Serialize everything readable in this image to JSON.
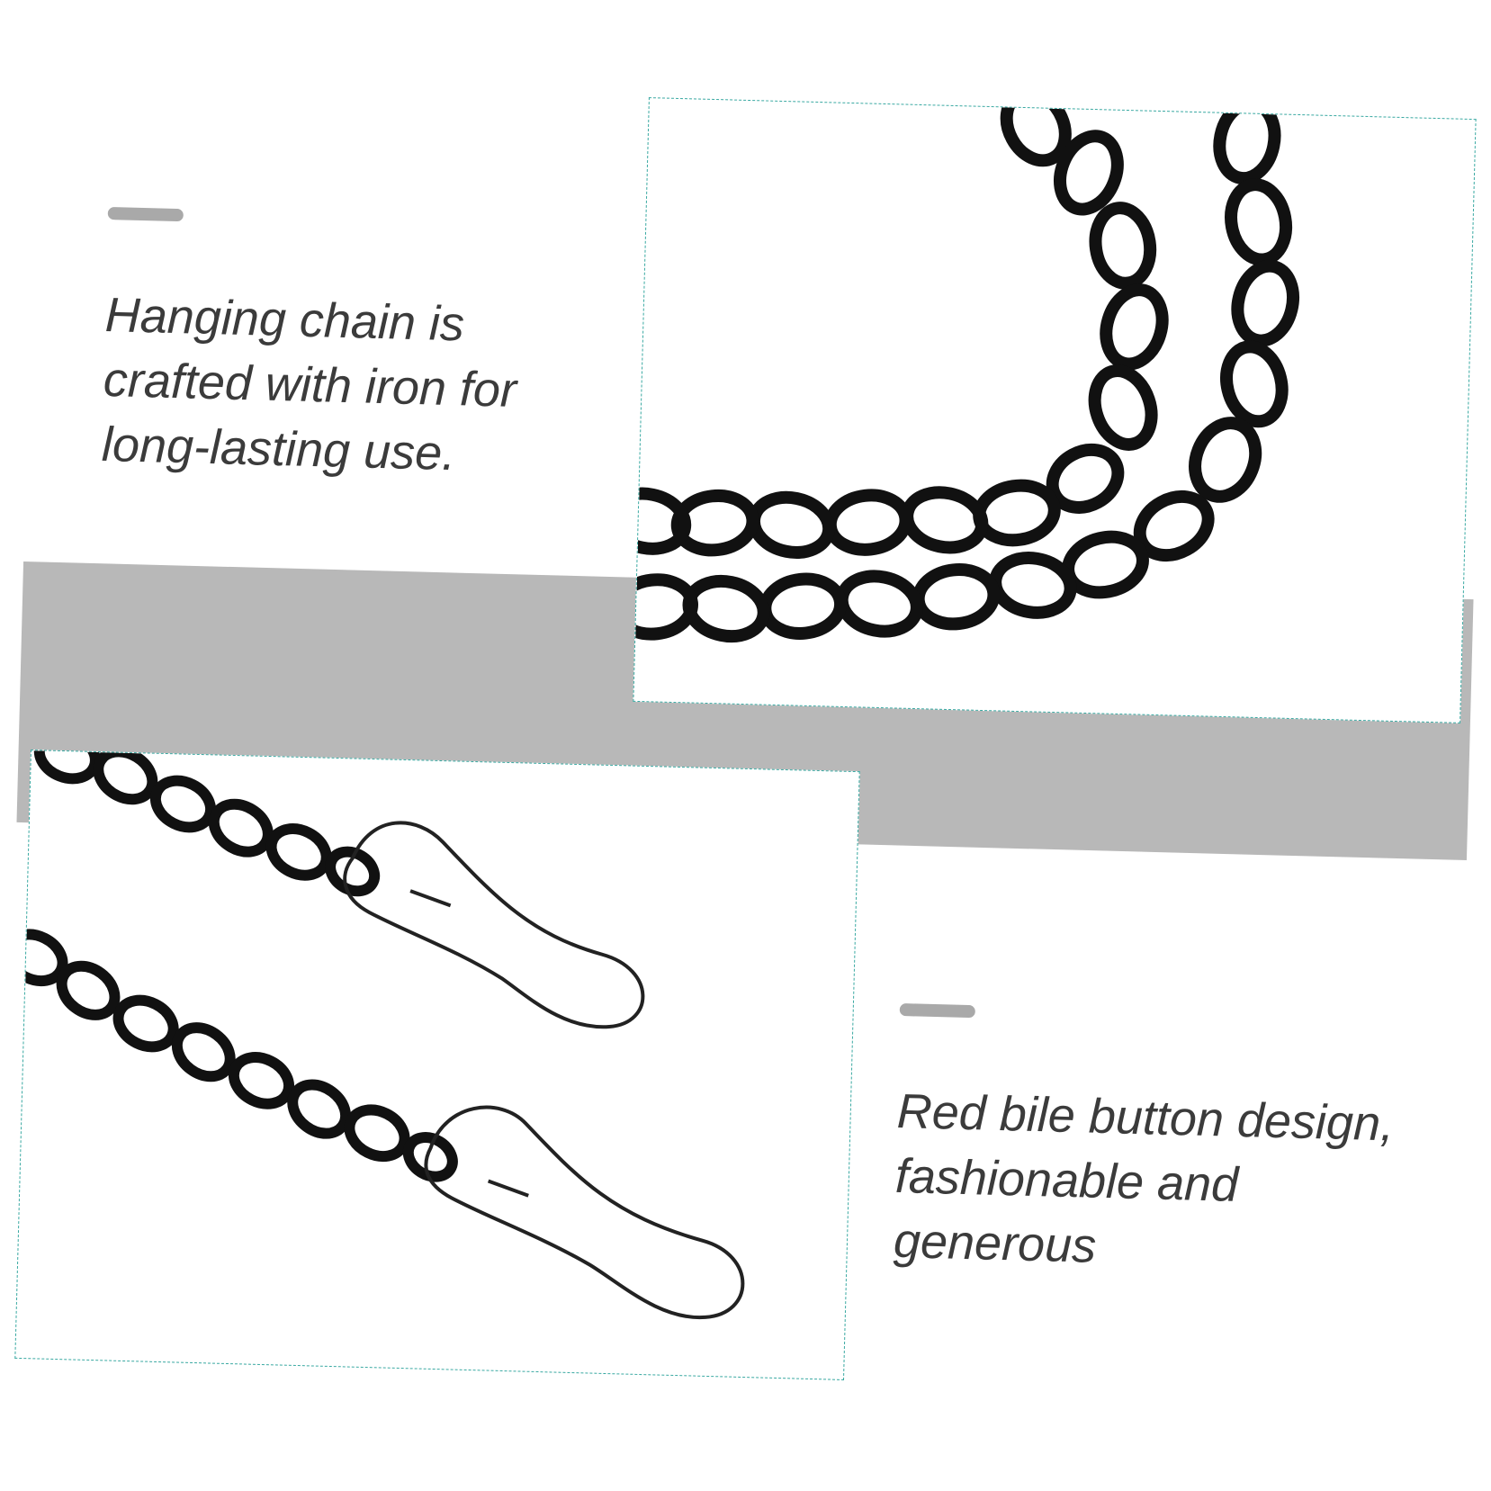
{
  "features": [
    {
      "text": "Hanging chain is\ncrafted with iron for\nlong-lasting use."
    },
    {
      "text": "Red bile button design,\nfashionable and\ngenerous"
    }
  ],
  "photos": [
    {
      "subject": "black chain links"
    },
    {
      "subject": "black chains with snap hooks"
    }
  ],
  "colors": {
    "accent_bar": "#a9a9a9",
    "band": "#b8b8b8",
    "frame_border": "#3aa9a2",
    "text": "#3b3b3b",
    "chain": "#111111"
  }
}
